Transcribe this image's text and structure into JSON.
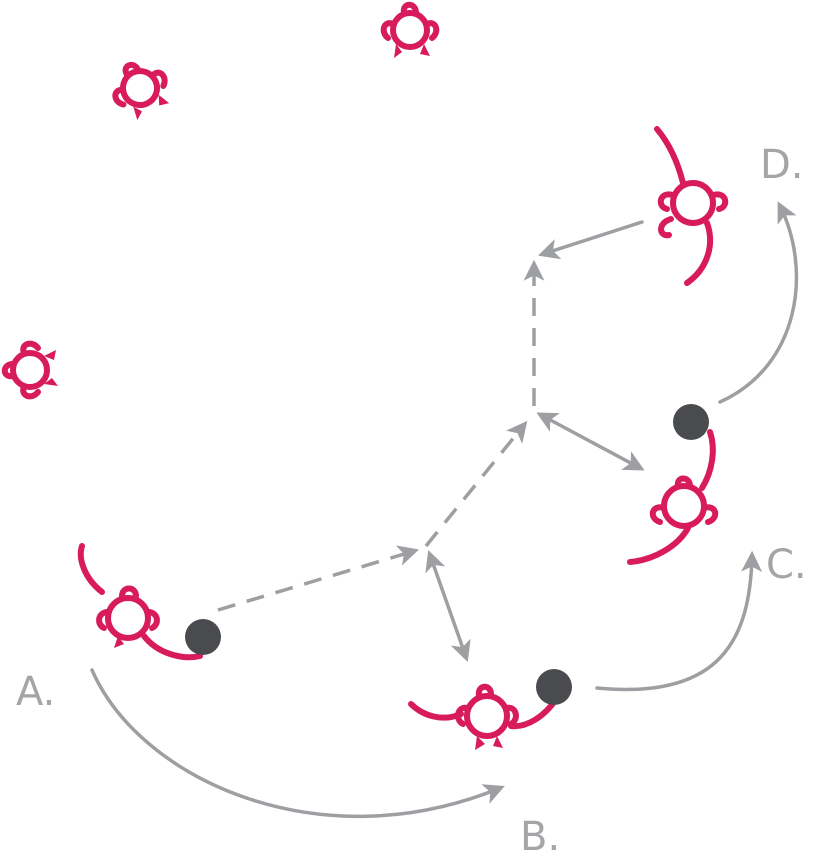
{
  "labels": {
    "a": "A.",
    "b": "B.",
    "c": "C.",
    "d": "D."
  },
  "colors": {
    "player": "#d81b5c",
    "ball": "#4a4b4f",
    "arrow": "#9d9fa2",
    "label": "#a3a5a8",
    "background": "#ffffff"
  },
  "icons": {
    "player": "player-topdown-icon",
    "ball": "ball-icon"
  }
}
